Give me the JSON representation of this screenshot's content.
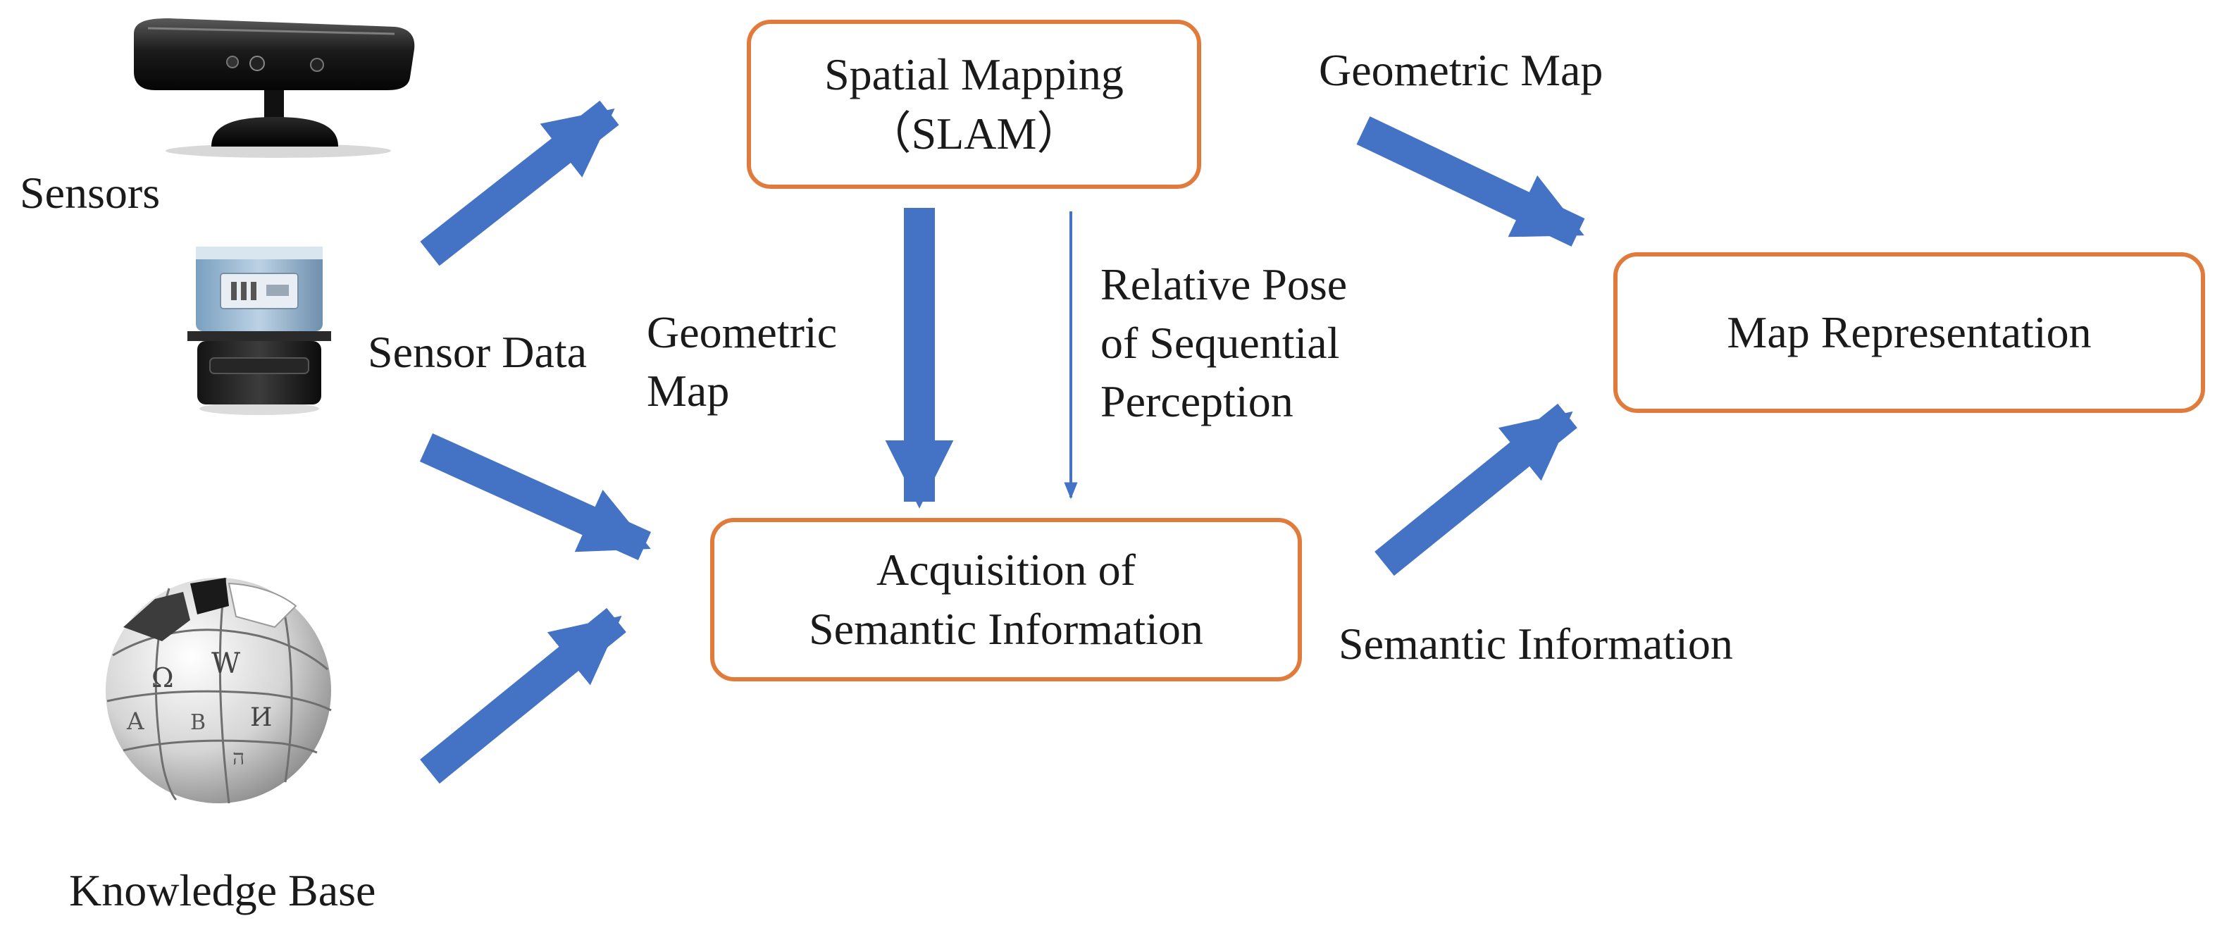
{
  "colors": {
    "arrow": "#4472c4",
    "box_border": "#e07b3b",
    "text": "#1a1a1a"
  },
  "icons": {
    "sensor_1": "depth-camera-icon",
    "sensor_2": "laser-scanner-icon",
    "knowledge": "wikipedia-globe-icon"
  },
  "nodes": {
    "spatial_mapping": {
      "line1": "Spatial Mapping",
      "line2": "（SLAM）"
    },
    "acquisition": {
      "line1": "Acquisition of",
      "line2": "Semantic Information"
    },
    "map_representation": {
      "label": "Map Representation"
    }
  },
  "labels": {
    "sensors": "Sensors",
    "sensor_data": "Sensor Data",
    "knowledge_base": "Knowledge Base",
    "geometric_map_top": "Geometric Map",
    "geometric_map_mid": {
      "line1": "Geometric",
      "line2": "Map"
    },
    "relative_pose": {
      "line1": "Relative Pose",
      "line2": "of Sequential",
      "line3": "Perception"
    },
    "semantic_information": "Semantic Information"
  }
}
